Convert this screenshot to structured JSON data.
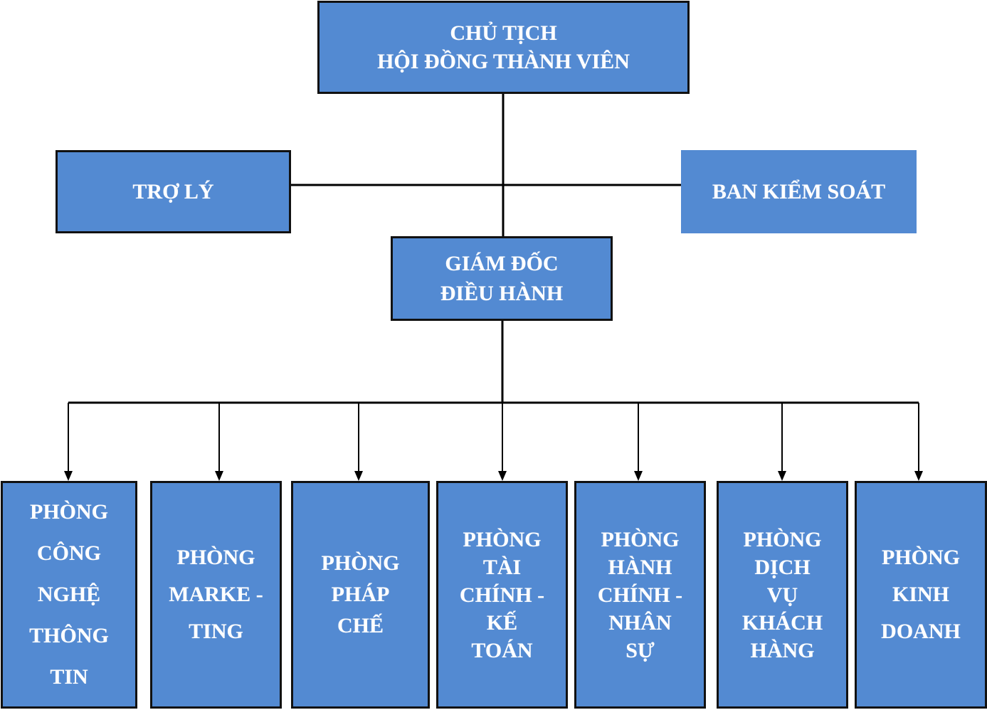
{
  "chairman": {
    "line1": "CHỦ TỊCH",
    "line2": "HỘI ĐỒNG THÀNH VIÊN"
  },
  "assistant": {
    "label": "TRỢ LÝ"
  },
  "supervisory": {
    "label": "BAN KIỂM SOÁT"
  },
  "director": {
    "line1": "GIÁM ĐỐC",
    "line2": "ĐIỀU HÀNH"
  },
  "departments": [
    {
      "lines": [
        "PHÒNG",
        "CÔNG",
        "NGHỆ",
        "THÔNG",
        "TIN"
      ]
    },
    {
      "lines": [
        "PHÒNG",
        "MARKE -",
        "TING"
      ]
    },
    {
      "lines": [
        "PHÒNG",
        "PHÁP",
        "CHẾ"
      ]
    },
    {
      "lines": [
        "PHÒNG",
        "TÀI",
        "CHÍNH -",
        "KẾ",
        "TOÁN"
      ]
    },
    {
      "lines": [
        "PHÒNG",
        "HÀNH",
        "CHÍNH -",
        "NHÂN",
        "SỰ"
      ]
    },
    {
      "lines": [
        "PHÒNG",
        "DỊCH",
        "VỤ",
        "KHÁCH",
        "HÀNG"
      ]
    },
    {
      "lines": [
        "PHÒNG",
        "KINH",
        "DOANH"
      ]
    }
  ],
  "colors": {
    "box_fill": "#538ad2",
    "box_border": "#111111",
    "text": "#ffffff",
    "line": "#000000"
  }
}
